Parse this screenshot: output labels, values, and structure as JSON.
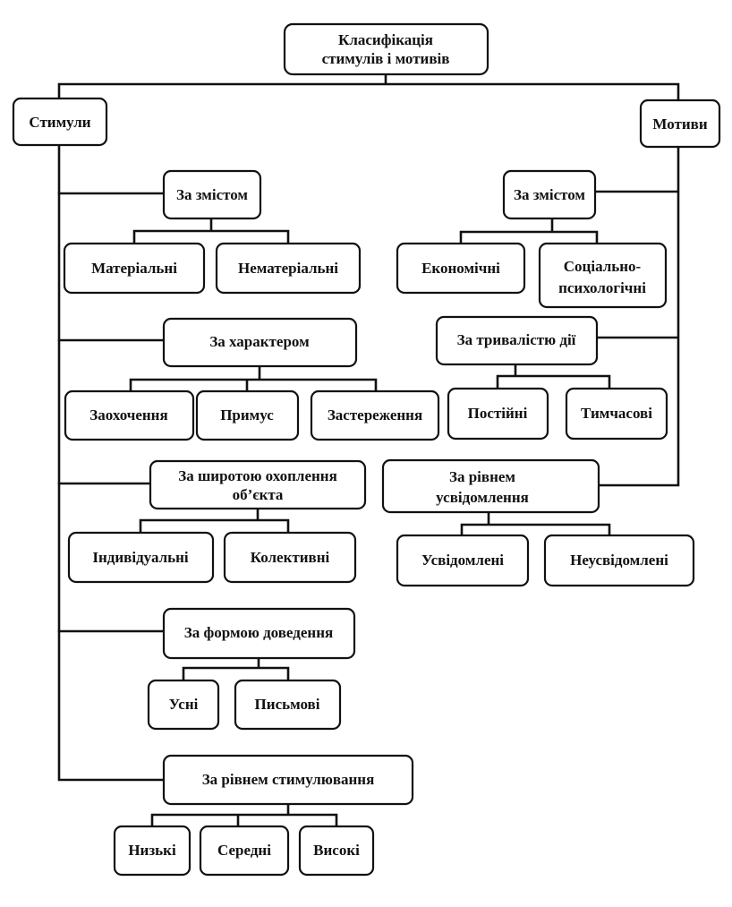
{
  "root": {
    "line1": "Класифікація",
    "line2": "стимулів і мотивів"
  },
  "stimuli": {
    "title": "Стимули",
    "groups": [
      {
        "title": "За змістом",
        "items": [
          "Матеріальні",
          "Нематеріальні"
        ]
      },
      {
        "title": "За характером",
        "items": [
          "Заохочення",
          "Примус",
          "Застереження"
        ]
      },
      {
        "title_line1": "За широтою охоплення",
        "title_line2": "об’єкта",
        "items": [
          "Індивідуальні",
          "Колективні"
        ]
      },
      {
        "title": "За формою доведення",
        "items": [
          "Усні",
          "Письмові"
        ]
      },
      {
        "title": "За рівнем стимулювання",
        "items": [
          "Низькі",
          "Середні",
          "Високі"
        ]
      }
    ]
  },
  "motives": {
    "title": "Мотиви",
    "groups": [
      {
        "title": "За змістом",
        "items": [
          "Економічні"
        ],
        "item2_line1": "Соціально-",
        "item2_line2": "психологічні"
      },
      {
        "title": "За тривалістю дії",
        "items": [
          "Постійні",
          "Тимчасові"
        ]
      },
      {
        "title_line1": "За рівнем",
        "title_line2": "усвідомлення",
        "items": [
          "Усвідомлені",
          "Неусвідомлені"
        ]
      }
    ]
  }
}
